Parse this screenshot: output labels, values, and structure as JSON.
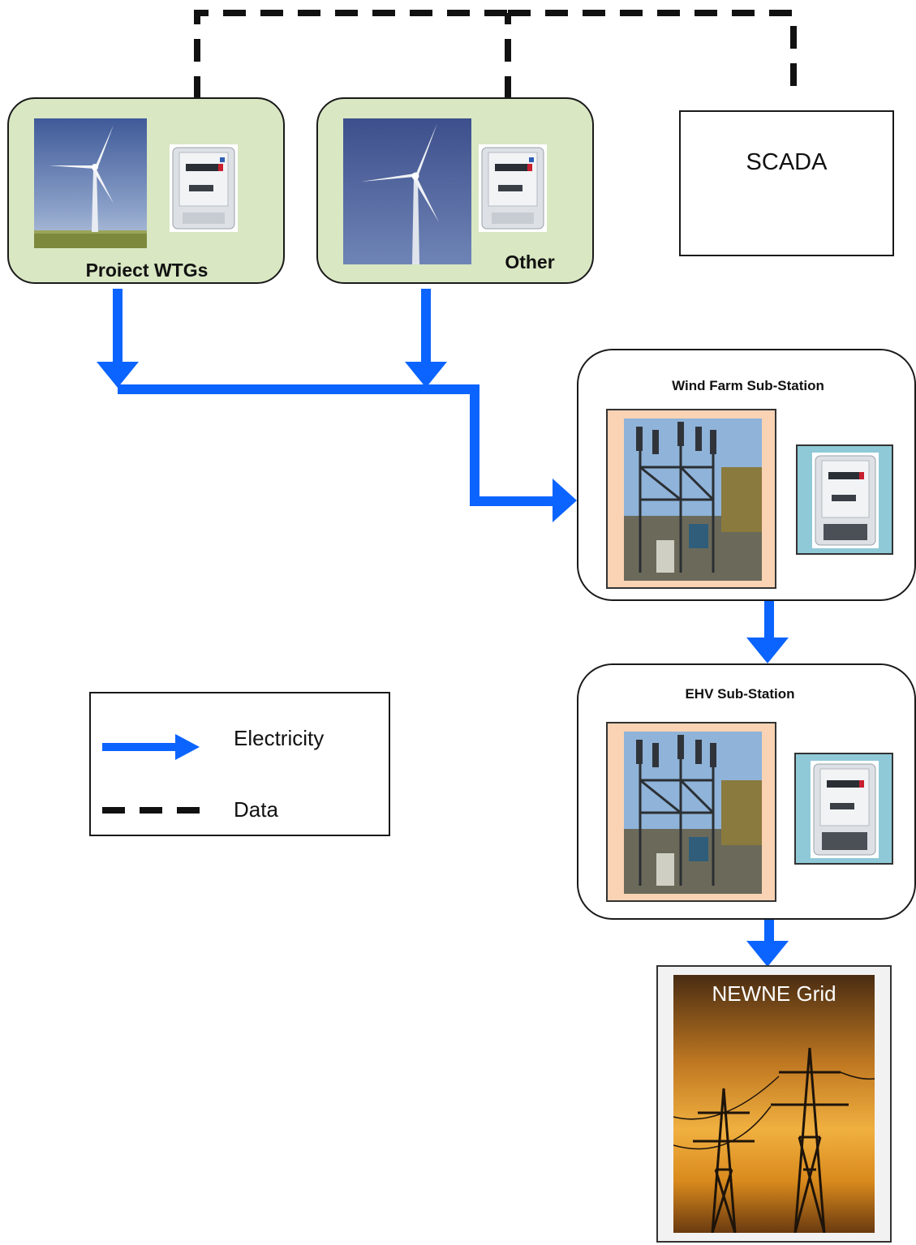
{
  "nodes": {
    "project_wtgs": {
      "label": "Proiect WTGs"
    },
    "other": {
      "label": "Other"
    },
    "scada": {
      "label": "SCADA"
    },
    "wind_farm_substation": {
      "label": "Wind Farm Sub-Station"
    },
    "ehv_substation": {
      "label": "EHV Sub-Station"
    },
    "newne_grid": {
      "label": "NEWNE Grid"
    }
  },
  "legend": {
    "electricity_label": "Electricity",
    "data_label": "Data"
  },
  "colors": {
    "electricity": "#0b64ff",
    "data": "#111111",
    "turbine_panel": "#d9e7c3",
    "substation_frame": "#f9d3b4",
    "meter_frame": "#8fc9d8"
  }
}
